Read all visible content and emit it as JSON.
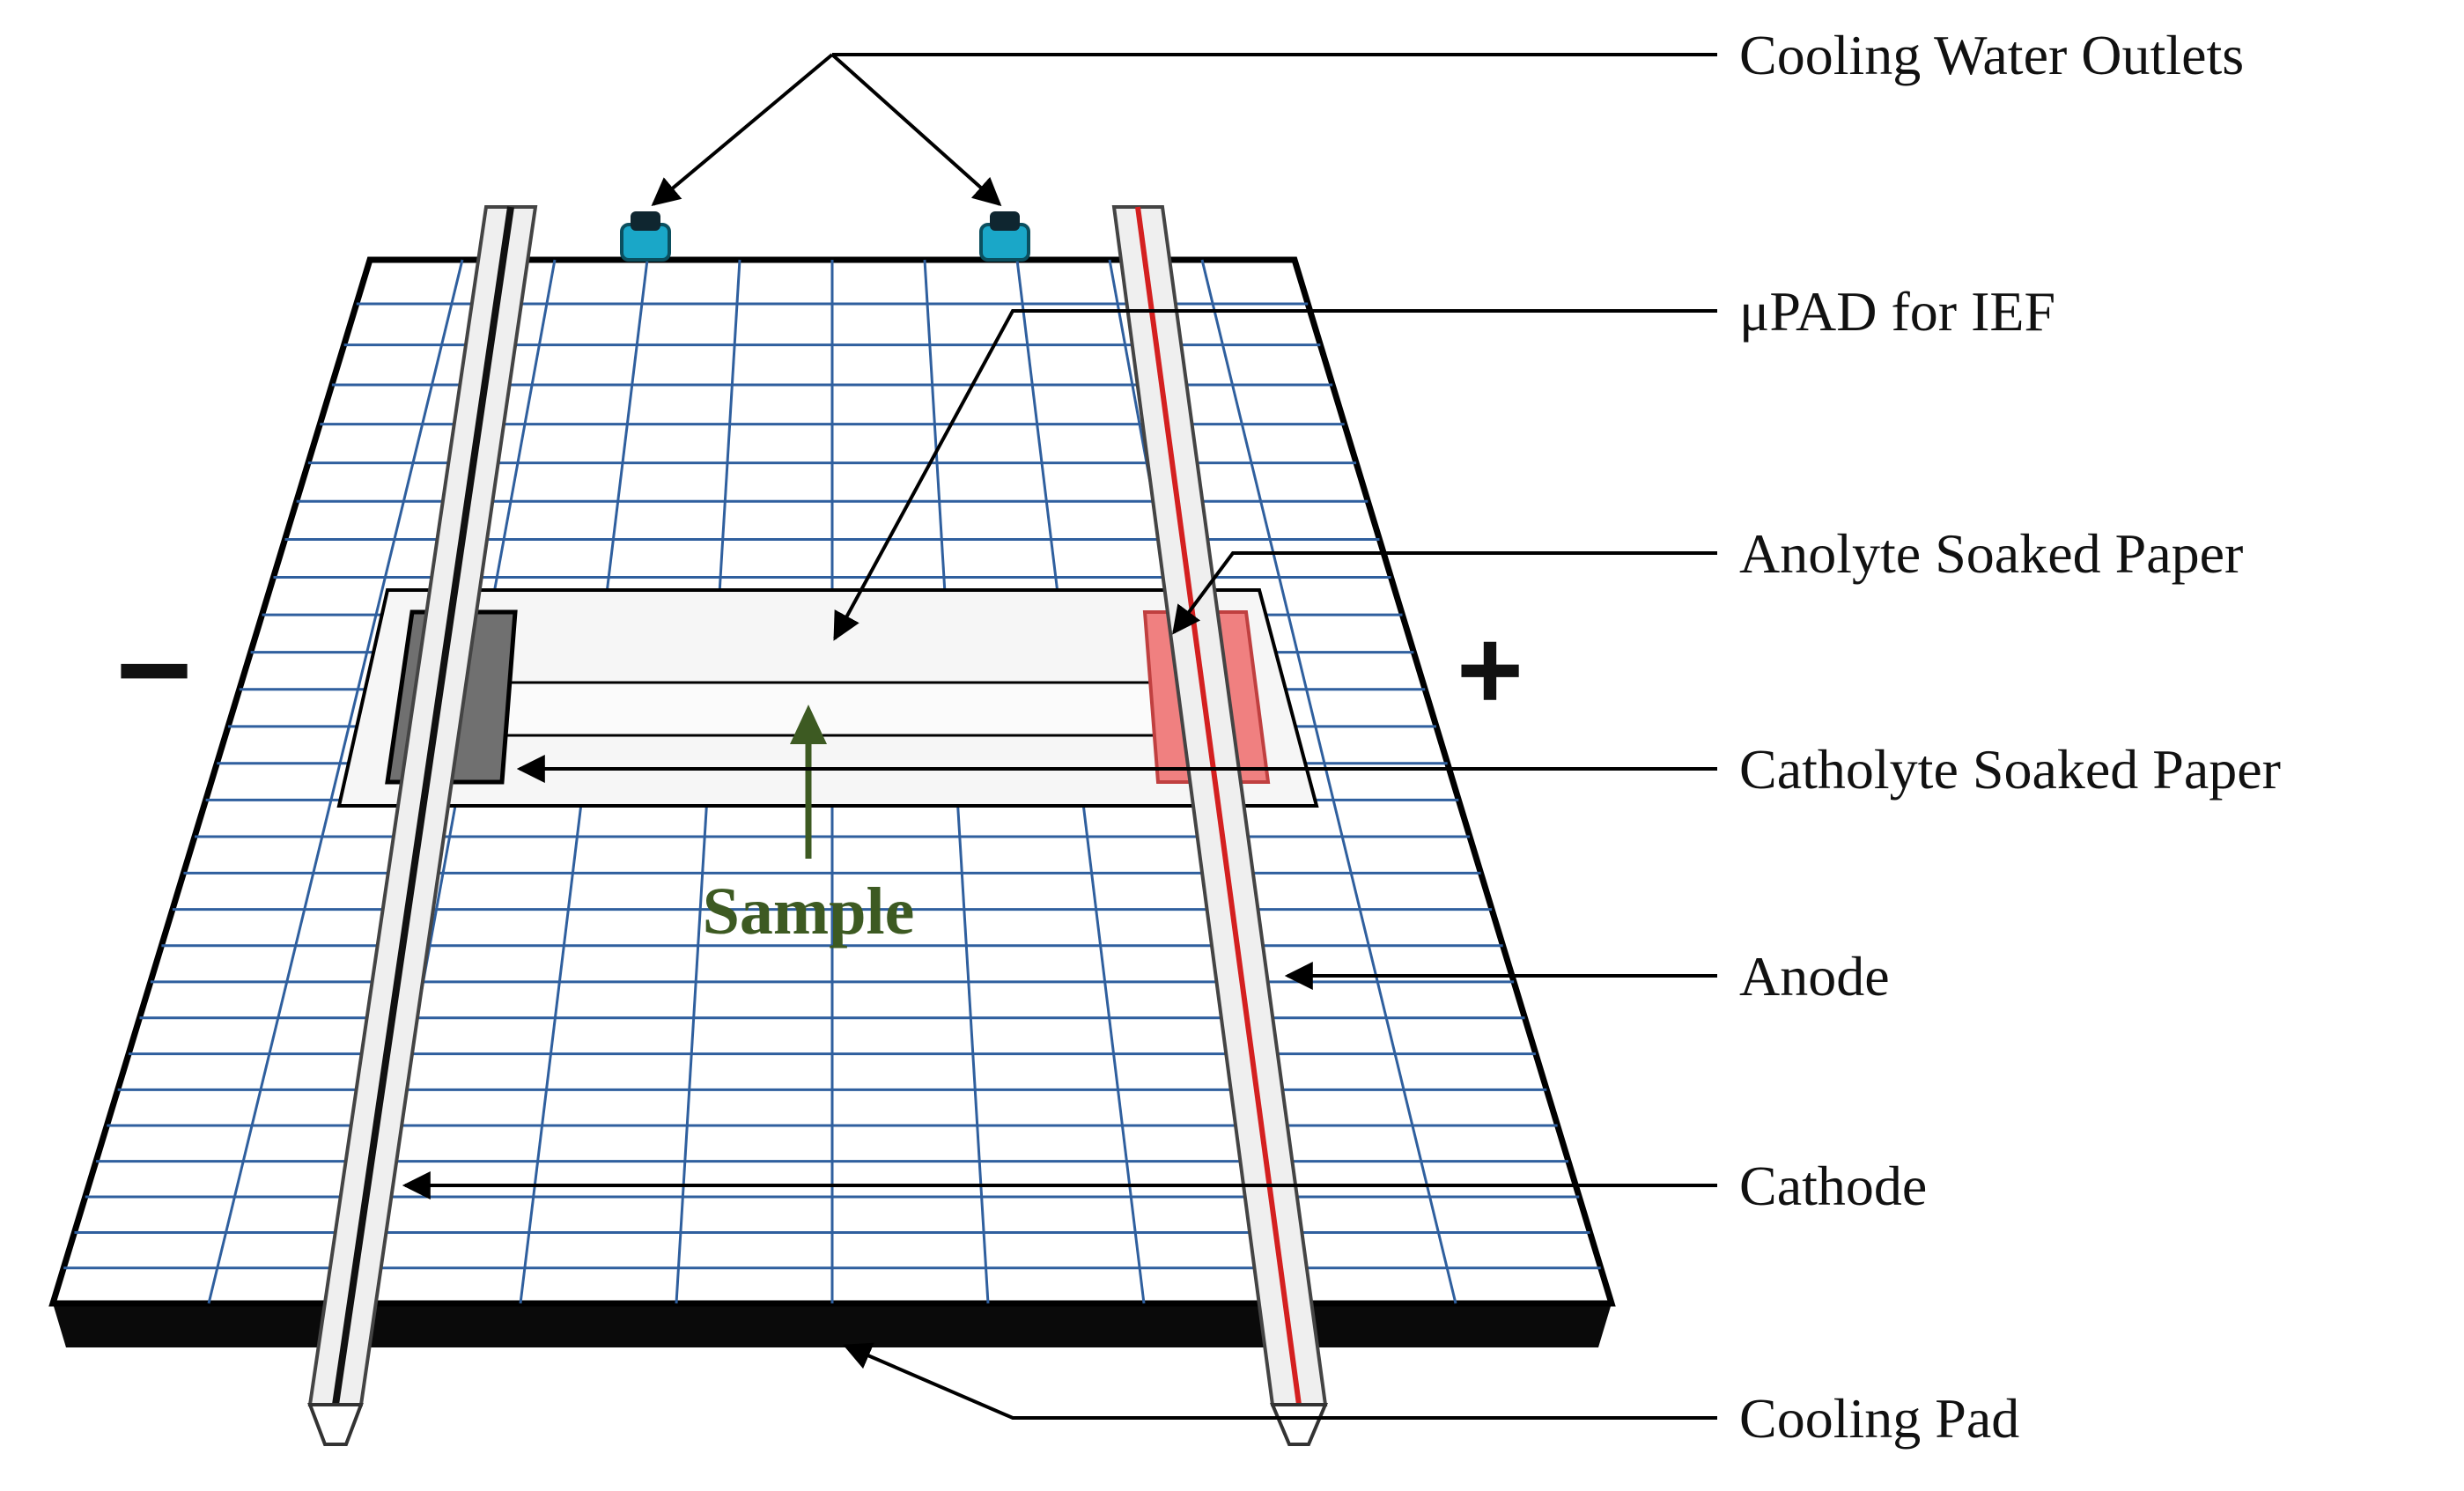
{
  "labels": {
    "cooling_water_outlets": "Cooling Water Outlets",
    "upad_for_ief": "μPAD for IEF",
    "anolyte_soaked_paper": "Anolyte Soaked Paper",
    "catholyte_soaked_paper": "Catholyte Soaked Paper",
    "anode": "Anode",
    "cathode": "Cathode",
    "cooling_pad": "Cooling Pad",
    "sample": "Sample"
  },
  "signs": {
    "negative": "−",
    "positive": "+"
  },
  "colors": {
    "grid_line": "#2f5f9e",
    "outline": "#000000",
    "anolyte_paper": "#f08080",
    "catholyte_paper": "#707070",
    "anode_wire": "#d42020",
    "cathode_wire": "#111111",
    "sample_arrow": "#3d5a22",
    "water_outlet": "#1aa7c8"
  }
}
